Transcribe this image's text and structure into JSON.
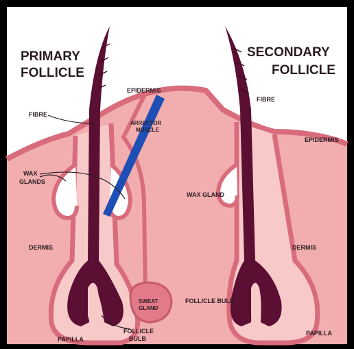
{
  "titles": {
    "primary": [
      "PRIMARY",
      "FOLLICLE"
    ],
    "secondary": [
      "SECONDARY",
      "FOLLICLE"
    ]
  },
  "labels": {
    "epidermis_top": "EPIDERMIS",
    "fibre_left": "FIBRE",
    "arrector": [
      "ARRECTOR",
      "MUSCLE"
    ],
    "wax_glands": [
      "WAX",
      "GLANDS"
    ],
    "dermis_left": "DERMIS",
    "sweat_gland": [
      "SWEAT",
      "GLAND"
    ],
    "follicle_bulb_left": [
      "FOLLICLE",
      "BULB"
    ],
    "papilla_left": "PAPILLA",
    "fibre_right": "FIBRE",
    "epidermis_right": "EPIDERMIS",
    "wax_gland_right": "WAX GLAND",
    "dermis_right": "DERMIS",
    "follicle_bulb_right": "FOLLICLE BULB",
    "papilla_right": "PAPILLA"
  },
  "colors": {
    "frame": "#000000",
    "background": "#ffffff",
    "dermis": "#f2aeae",
    "epidermis": "#d96c7c",
    "fibre": "#5b0f33",
    "muscle": "#1e4fb5",
    "text": "#2a1b22"
  }
}
